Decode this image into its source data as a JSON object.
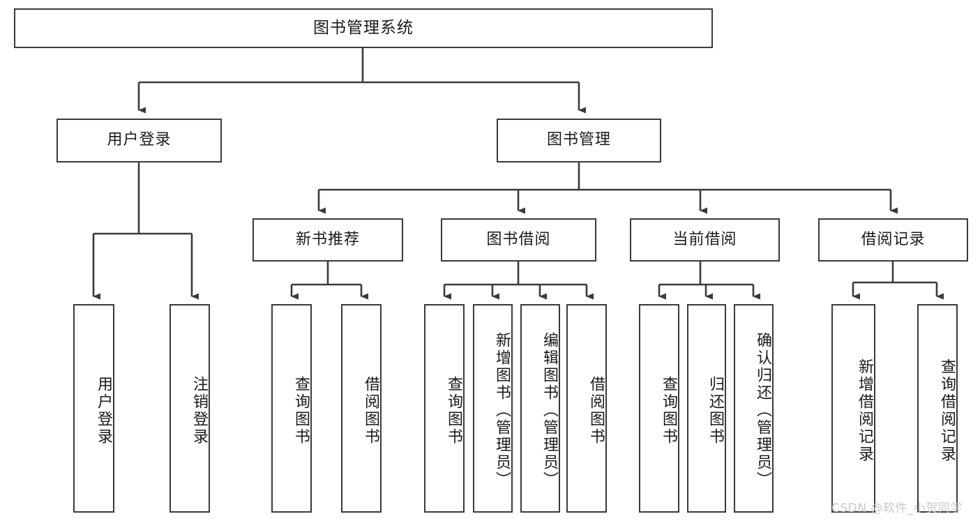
{
  "diagram": {
    "type": "tree-hierarchy-chart",
    "orientation": "top-down",
    "box_fill": "#ffffff",
    "box_stroke": "#3a3a3a",
    "line_color": "#3a3a3a",
    "root": {
      "label": "图书管理系统"
    },
    "level1": [
      {
        "label": "用户登录"
      },
      {
        "label": "图书管理"
      }
    ],
    "level2": [
      {
        "label": "新书推荐"
      },
      {
        "label": "图书借阅"
      },
      {
        "label": "当前借阅"
      },
      {
        "label": "借阅记录"
      }
    ],
    "leaves": {
      "user_login": [
        {
          "label": "用户登录"
        },
        {
          "label": "注销登录"
        }
      ],
      "new_book_recommend": [
        {
          "label": "查询图书"
        },
        {
          "label": "借阅图书"
        }
      ],
      "book_borrow": [
        {
          "label": "查询图书"
        },
        {
          "label": "新增图书（管理员）"
        },
        {
          "label": "编辑图书（管理员）"
        },
        {
          "label": "借阅图书"
        }
      ],
      "current_borrow": [
        {
          "label": "查询图书"
        },
        {
          "label": "归还图书"
        },
        {
          "label": "确认归还（管理员）"
        }
      ],
      "borrow_record": [
        {
          "label": "新增借阅记录"
        },
        {
          "label": "查询借阅记录"
        }
      ]
    }
  },
  "watermark": {
    "text": "CSDN @软件_小贺同学"
  }
}
